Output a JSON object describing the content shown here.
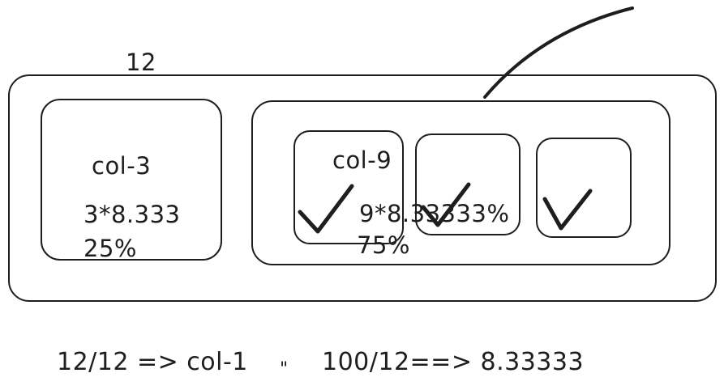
{
  "grid_width_label": "12",
  "left_column": {
    "name": "col-3",
    "calc": "3*8.333",
    "percent": "25%"
  },
  "right_column": {
    "name": "col-9",
    "calc": "9*8.33333%",
    "percent": "75%"
  },
  "formula": {
    "left": "12/12 => col-1",
    "separator": "\"",
    "right": "100/12==> 8.33333"
  },
  "icons": {
    "check": "checkmark-icon",
    "arrow": "pointer-line"
  },
  "colors": {
    "stroke": "#1e1e1e",
    "background": "#ffffff"
  }
}
